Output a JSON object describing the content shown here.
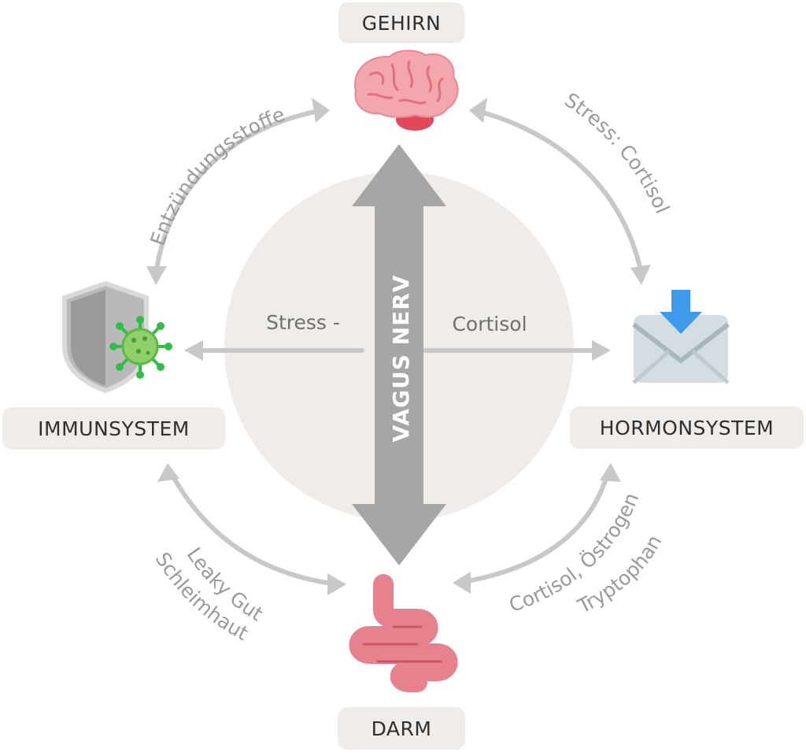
{
  "nodes": {
    "brain": "GEHIRN",
    "immune": "IMMUNSYSTEM",
    "hormone": "HORMONSYSTEM",
    "gut": "DARM"
  },
  "center": {
    "vagus": "VAGUS NERV",
    "stress": "Stress -",
    "cortisol": "Cortisol"
  },
  "edges": {
    "brain_immune": "Entzündungsstoffe",
    "brain_hormone": "Stress: Cortisol",
    "immune_gut_1": "Leaky Gut",
    "immune_gut_2": "Schleimhaut",
    "hormone_gut_1": "Cortisol, Östrogen",
    "hormone_gut_2": "Tryptophan"
  },
  "icons": {
    "brain": "brain-icon",
    "immune": "shield-virus-icon",
    "hormone": "mail-download-icon",
    "gut": "intestine-icon"
  },
  "colors": {
    "arrow": "#c8c8c8",
    "vagus_arrow": "#a8a5a6",
    "circle": "#efece9",
    "label_bg": "#efece9",
    "text_dark": "#2f2f2f",
    "text_grey": "#8a8a8a"
  }
}
